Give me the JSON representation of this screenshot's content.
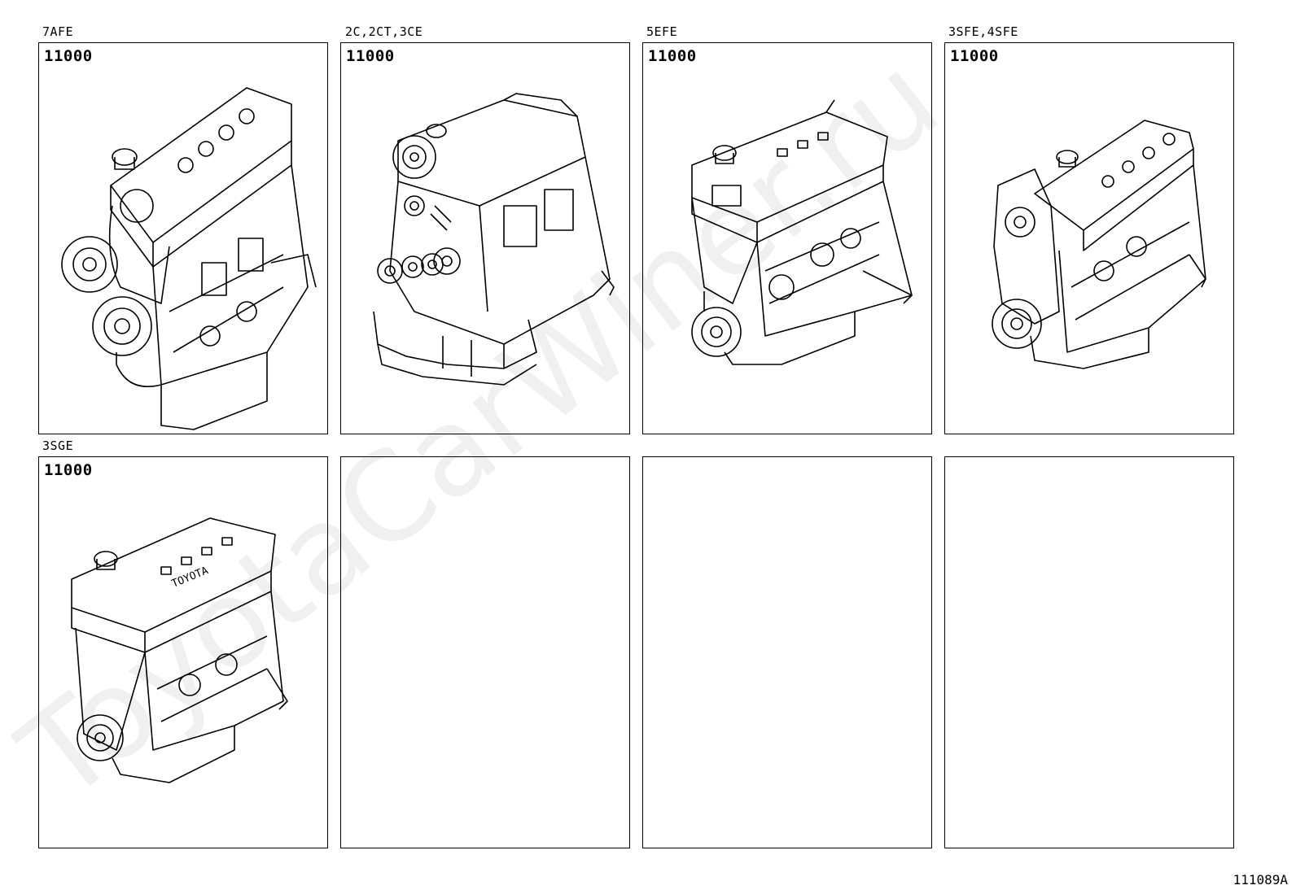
{
  "panels": [
    {
      "caption": "7AFE",
      "part_number": "11000",
      "drawing": "engine-7afe"
    },
    {
      "caption": "2C,2CT,3CE",
      "part_number": "11000",
      "drawing": "engine-2c-2ct-3ce"
    },
    {
      "caption": "5EFE",
      "part_number": "11000",
      "drawing": "engine-5efe"
    },
    {
      "caption": "3SFE,4SFE",
      "part_number": "11000",
      "drawing": "engine-3sfe-4sfe"
    },
    {
      "caption": "3SGE",
      "part_number": "11000",
      "drawing": "engine-3sge"
    },
    {
      "caption": "",
      "part_number": "",
      "drawing": ""
    },
    {
      "caption": "",
      "part_number": "",
      "drawing": ""
    },
    {
      "caption": "",
      "part_number": "",
      "drawing": ""
    }
  ],
  "engine_badge_text": "TOYOTA",
  "figure_number": "111089A",
  "watermark": "ToyotaCarWiner.ru"
}
